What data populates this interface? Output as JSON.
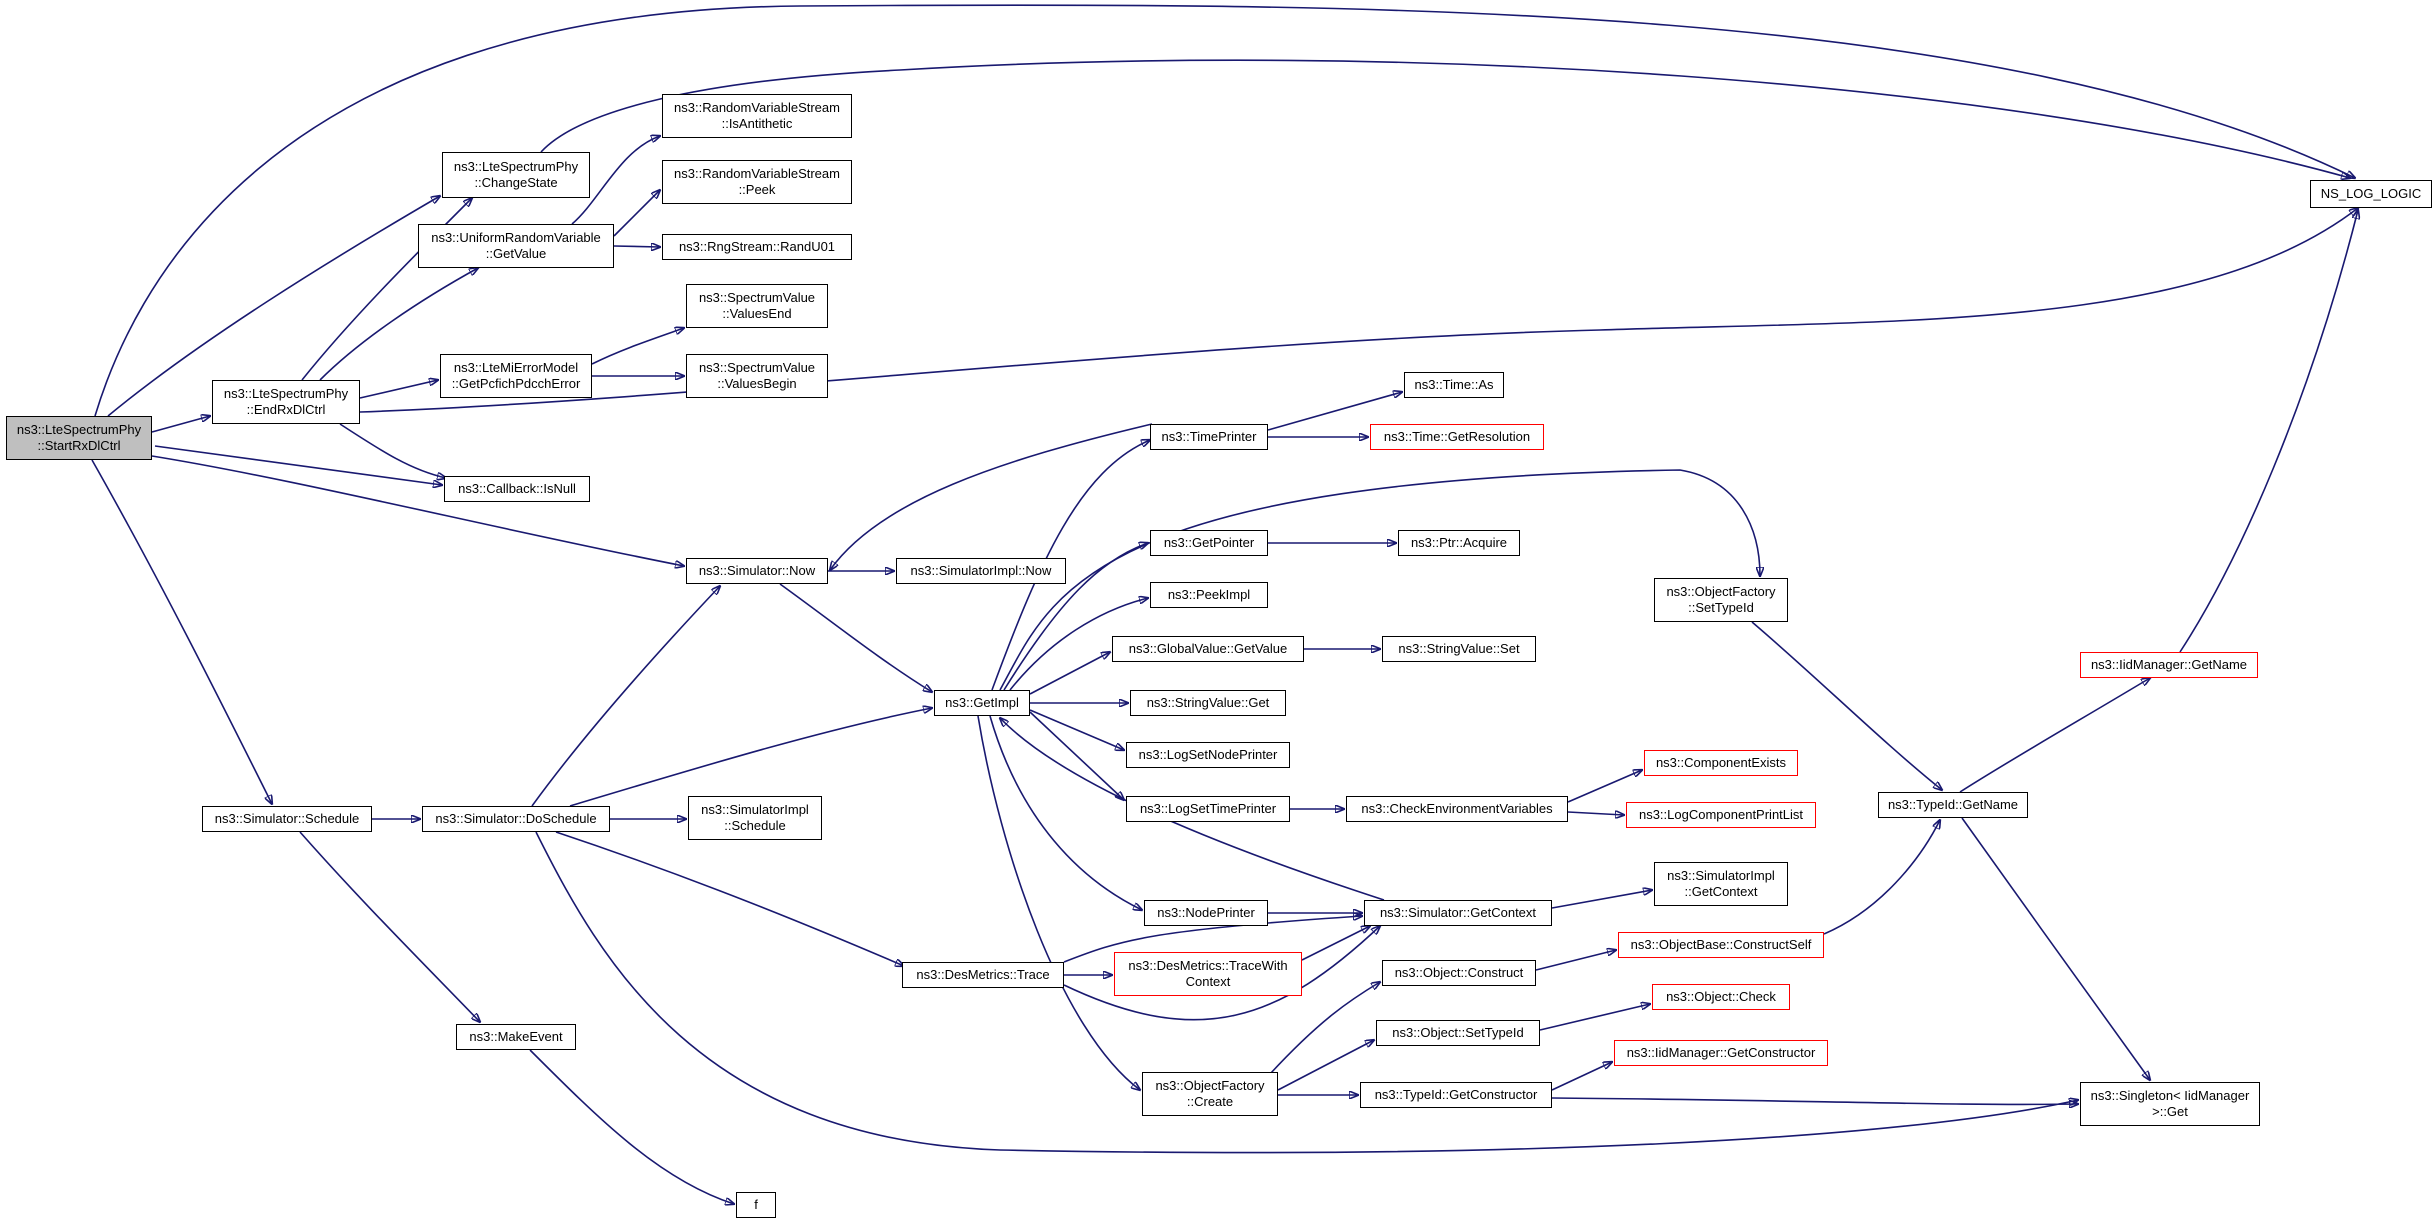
{
  "colors": {
    "edge": "#191970",
    "node_border": "#000000",
    "incomplete_border": "#ff0000",
    "root_fill": "#bfbfbf"
  },
  "nodes": {
    "start": {
      "lines": [
        "ns3::LteSpectrumPhy",
        "::StartRxDlCtrl"
      ]
    },
    "end": {
      "lines": [
        "ns3::LteSpectrumPhy",
        "::EndRxDlCtrl"
      ]
    },
    "change": {
      "lines": [
        "ns3::LteSpectrumPhy",
        "::ChangeState"
      ]
    },
    "urvget": {
      "lines": [
        "ns3::UniformRandomVariable",
        "::GetValue"
      ]
    },
    "anti": {
      "lines": [
        "ns3::RandomVariableStream",
        "::IsAntithetic"
      ]
    },
    "peek": {
      "lines": [
        "ns3::RandomVariableStream",
        "::Peek"
      ]
    },
    "randu": {
      "lines": [
        "ns3::RngStream::RandU01"
      ]
    },
    "pcfich": {
      "lines": [
        "ns3::LteMiErrorModel",
        "::GetPcfichPdcchError"
      ]
    },
    "vend": {
      "lines": [
        "ns3::SpectrumValue",
        "::ValuesEnd"
      ]
    },
    "vbegin": {
      "lines": [
        "ns3::SpectrumValue",
        "::ValuesBegin"
      ]
    },
    "isnull": {
      "lines": [
        "ns3::Callback::IsNull"
      ]
    },
    "now": {
      "lines": [
        "ns3::Simulator::Now"
      ]
    },
    "implnow": {
      "lines": [
        "ns3::SimulatorImpl::Now"
      ]
    },
    "schedule": {
      "lines": [
        "ns3::Simulator::Schedule"
      ]
    },
    "dosched": {
      "lines": [
        "ns3::Simulator::DoSchedule"
      ]
    },
    "implsched": {
      "lines": [
        "ns3::SimulatorImpl",
        "::Schedule"
      ]
    },
    "makeevent": {
      "lines": [
        "ns3::MakeEvent"
      ]
    },
    "f": {
      "lines": [
        "f"
      ]
    },
    "getimpl": {
      "lines": [
        "ns3::GetImpl"
      ]
    },
    "timeprinter": {
      "lines": [
        "ns3::TimePrinter"
      ]
    },
    "timeas": {
      "lines": [
        "ns3::Time::As"
      ]
    },
    "timeres": {
      "lines": [
        "ns3::Time::GetResolution"
      ]
    },
    "getpointer": {
      "lines": [
        "ns3::GetPointer"
      ]
    },
    "acquire": {
      "lines": [
        "ns3::Ptr::Acquire"
      ]
    },
    "peekimpl": {
      "lines": [
        "ns3::PeekImpl"
      ]
    },
    "gvget": {
      "lines": [
        "ns3::GlobalValue::GetValue"
      ]
    },
    "svset": {
      "lines": [
        "ns3::StringValue::Set"
      ]
    },
    "svget": {
      "lines": [
        "ns3::StringValue::Get"
      ]
    },
    "lognode": {
      "lines": [
        "ns3::LogSetNodePrinter"
      ]
    },
    "logtime": {
      "lines": [
        "ns3::LogSetTimePrinter"
      ]
    },
    "checkenv": {
      "lines": [
        "ns3::CheckEnvironmentVariables"
      ]
    },
    "compexists": {
      "lines": [
        "ns3::ComponentExists"
      ]
    },
    "logcomp": {
      "lines": [
        "ns3::LogComponentPrintList"
      ]
    },
    "nodeprinter": {
      "lines": [
        "ns3::NodePrinter"
      ]
    },
    "getcontext": {
      "lines": [
        "ns3::Simulator::GetContext"
      ]
    },
    "implcontext": {
      "lines": [
        "ns3::SimulatorImpl",
        "::GetContext"
      ]
    },
    "trace": {
      "lines": [
        "ns3::DesMetrics::Trace"
      ]
    },
    "tracectx": {
      "lines": [
        "ns3::DesMetrics::TraceWith",
        "Context"
      ]
    },
    "ofcreate": {
      "lines": [
        "ns3::ObjectFactory",
        "::Create"
      ]
    },
    "construct": {
      "lines": [
        "ns3::Object::Construct"
      ]
    },
    "constructself": {
      "lines": [
        "ns3::ObjectBase::ConstructSelf"
      ]
    },
    "settypeid": {
      "lines": [
        "ns3::Object::SetTypeId"
      ]
    },
    "objcheck": {
      "lines": [
        "ns3::Object::Check"
      ]
    },
    "getctor": {
      "lines": [
        "ns3::TypeId::GetConstructor"
      ]
    },
    "iidctor": {
      "lines": [
        "ns3::IidManager::GetConstructor"
      ]
    },
    "ofsettypeid": {
      "lines": [
        "ns3::ObjectFactory",
        "::SetTypeId"
      ]
    },
    "tidname": {
      "lines": [
        "ns3::TypeId::GetName"
      ]
    },
    "iidname": {
      "lines": [
        "ns3::IidManager::GetName"
      ]
    },
    "singleton": {
      "lines": [
        "ns3::Singleton< IidManager",
        " >::Get"
      ]
    },
    "nslog": {
      "lines": [
        "NS_LOG_LOGIC"
      ]
    }
  }
}
